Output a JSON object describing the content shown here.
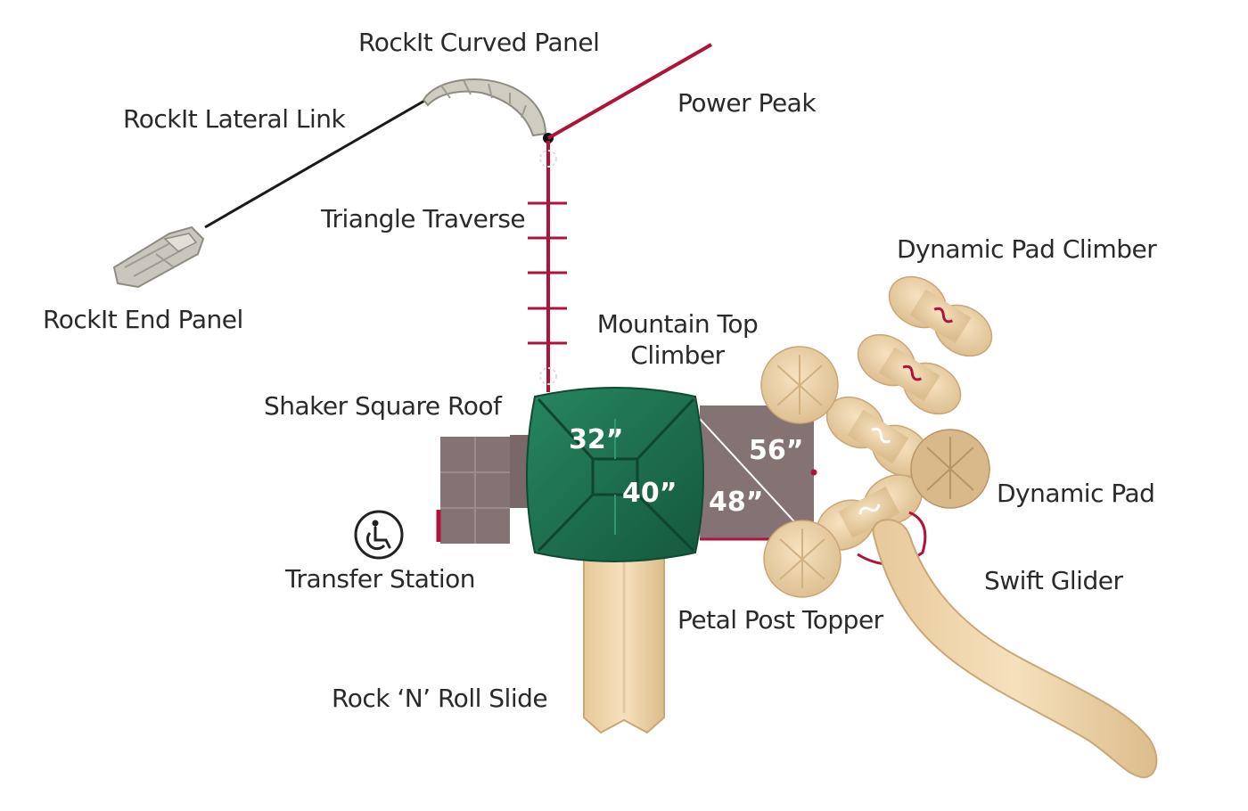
{
  "labels": {
    "rockit_curved_panel": "RockIt Curved Panel",
    "rockit_lateral_link": "RockIt Lateral Link",
    "rockit_end_panel": "RockIt End Panel",
    "power_peak": "Power Peak",
    "triangle_traverse": "Triangle Traverse",
    "dynamic_pad_climber": "Dynamic Pad Climber",
    "mountain_top_climber_line1": "Mountain Top",
    "mountain_top_climber_line2": "Climber",
    "shaker_square_roof": "Shaker Square Roof",
    "dynamic_pad": "Dynamic Pad",
    "transfer_station": "Transfer Station",
    "swift_glider": "Swift Glider",
    "petal_post_topper": "Petal Post Topper",
    "rock_n_roll_slide": "Rock ‘N’ Roll Slide"
  },
  "deck_heights": {
    "h32": "32”",
    "h40": "40”",
    "h56": "56”",
    "h48": "48”"
  },
  "icons": {
    "transfer_station_symbol": "wheelchair-accessibility-icon"
  },
  "colors": {
    "roof_green": "#1f7a55",
    "roof_green_dark": "#14553a",
    "deck_gray": "#857373",
    "frame_red": "#b0123a",
    "tan": "#efd3a8",
    "tan_shade": "#d8b888",
    "rock_gray": "#c9c7bd",
    "label_text": "#2a2a2a"
  }
}
